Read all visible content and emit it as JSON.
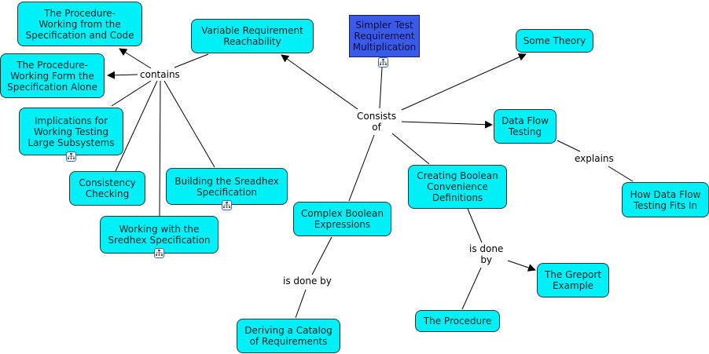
{
  "concept_map": {
    "nodes": {
      "proc_spec_code": "The Procedure-\nWorking from the\nSpecification and Code",
      "proc_spec_alone": "The Procedure-\nWorking Form the\nSpecification Alone",
      "implications": "Implications for\nWorking Testing\nLarge Subsystems",
      "consistency": "Consistency\nChecking",
      "building_sreadhex": "Building the Sreadhex\nSpecification",
      "working_sredhex": "Working with the\nSredhex Specification",
      "variable_req": "Variable Requirement\nReachability",
      "simpler_test": "Simpler Test\nRequirement\nMultiplication",
      "some_theory": "Some Theory",
      "data_flow": "Data Flow\nTesting",
      "how_data_flow": "How Data Flow\nTesting Fits In",
      "creating_boolean": "Creating Boolean\nConvenience\nDefinitions",
      "complex_boolean": "Complex Boolean\nExpressions",
      "deriving_catalog": "Deriving a Catalog\nof Requirements",
      "greport": "The Greport\nExample",
      "the_procedure": "The Procedure"
    },
    "link_labels": {
      "contains": "contains",
      "consists_of": "Consists\nof",
      "explains": "explains",
      "is_done_by_1": "is done by",
      "is_done_by_2": "is done\nby"
    },
    "icons": {
      "submap": "submap-icon"
    },
    "colors": {
      "node_fill": "#00f0f8",
      "highlight_node_fill": "#3a5ae8",
      "line": "#000000"
    }
  }
}
